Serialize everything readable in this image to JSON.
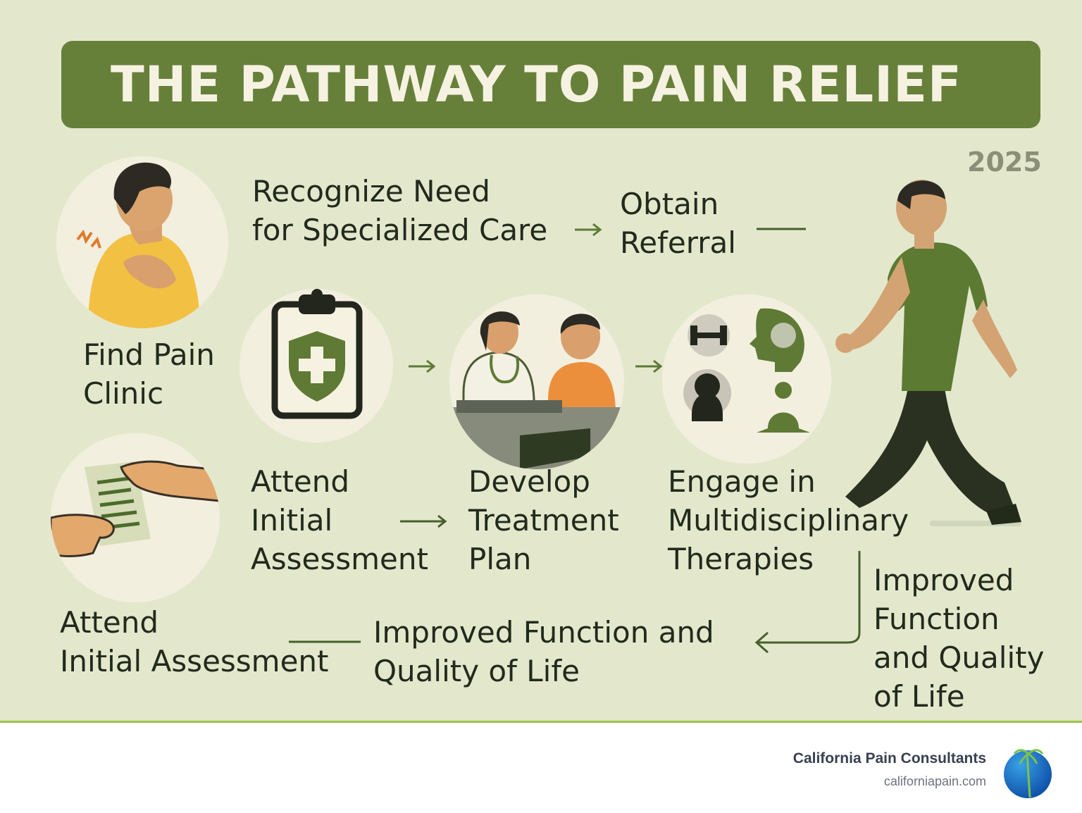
{
  "header": {
    "title": "THE PATHWAY TO PAIN RELIEF",
    "year": "2025"
  },
  "steps": {
    "recognize": "Recognize Need\nfor Specialized Care",
    "referral": "Obtain\nReferral",
    "find_clinic": "Find Pain\nClinic",
    "assessment_mid": "Attend\nInitial\nAssessment",
    "develop_plan": "Develop\nTreatment\nPlan",
    "engage": "Engage in\nMultidisciplinary\nTherapies",
    "improved_right": "Improved\nFunction\nand Quality\nof Life",
    "assessment_bottom": "Attend\nInitial Assessment",
    "improved_bottom": "Improved Function and\nQuality of Life"
  },
  "icons": {
    "pain_person": "shoulder-pain-person-icon",
    "clipboard": "clipboard-shield-cross-icon",
    "doctor_patient": "doctor-consultation-icon",
    "therapies": "therapy-options-icon",
    "referral_hands": "referral-paper-hands-icon",
    "walker": "walking-man-icon",
    "logo": "palm-tree-globe-logo"
  },
  "footer": {
    "company": "California Pain Consultants",
    "url": "californiapain.com"
  },
  "colors": {
    "accent_green": "#66803a",
    "background": "#e3e8cd",
    "divider": "#9bc34a",
    "text_dark": "#222a1c"
  }
}
